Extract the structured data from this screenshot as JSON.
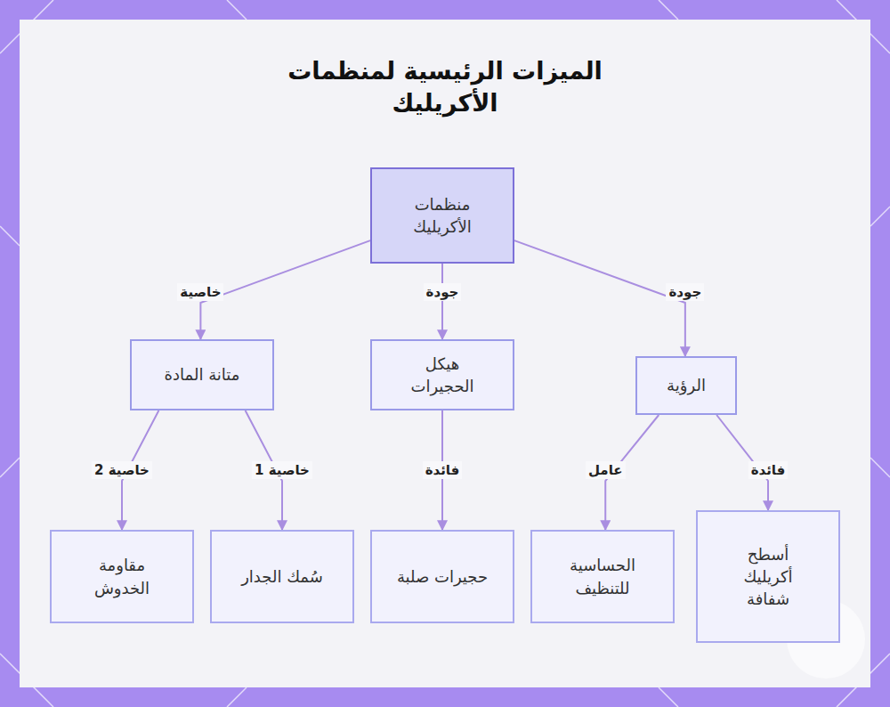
{
  "diagram": {
    "title": "الميزات الرئيسية لمنظمات الأكريليك",
    "nodes": [
      {
        "text": [
          "منظمات الأكريليك"
        ]
      },
      {
        "text": [
          "الرؤية"
        ]
      },
      {
        "text": [
          "هيكل الحجيرات"
        ]
      },
      {
        "text": [
          "متانة المادة"
        ]
      },
      {
        "text": [
          "أسطح أكريليك شفافة"
        ]
      },
      {
        "text": [
          "الحساسية للتنظيف"
        ]
      },
      {
        "text": [
          "حجيرات صلبة"
        ]
      },
      {
        "text": [
          "سُمك الجدار"
        ]
      },
      {
        "text": [
          "مقاومة الخدوش"
        ]
      }
    ],
    "edges": [
      {
        "from": 0,
        "to": 1,
        "label": "جودة",
        "arrow": "to"
      },
      {
        "from": 0,
        "to": 2,
        "label": "جودة",
        "arrow": "to"
      },
      {
        "from": 0,
        "to": 3,
        "label": "خاصية",
        "arrow": "to"
      },
      {
        "from": 1,
        "to": 4,
        "label": "فائدة",
        "arrow": "to"
      },
      {
        "from": 1,
        "to": 5,
        "label": "عامل",
        "arrow": "to"
      },
      {
        "from": 2,
        "to": 6,
        "label": "فائدة",
        "arrow": "to"
      },
      {
        "from": 3,
        "to": 7,
        "label": "خاصية 1",
        "arrow": "to"
      },
      {
        "from": 3,
        "to": 8,
        "label": "خاصية 2",
        "arrow": "to"
      }
    ]
  }
}
